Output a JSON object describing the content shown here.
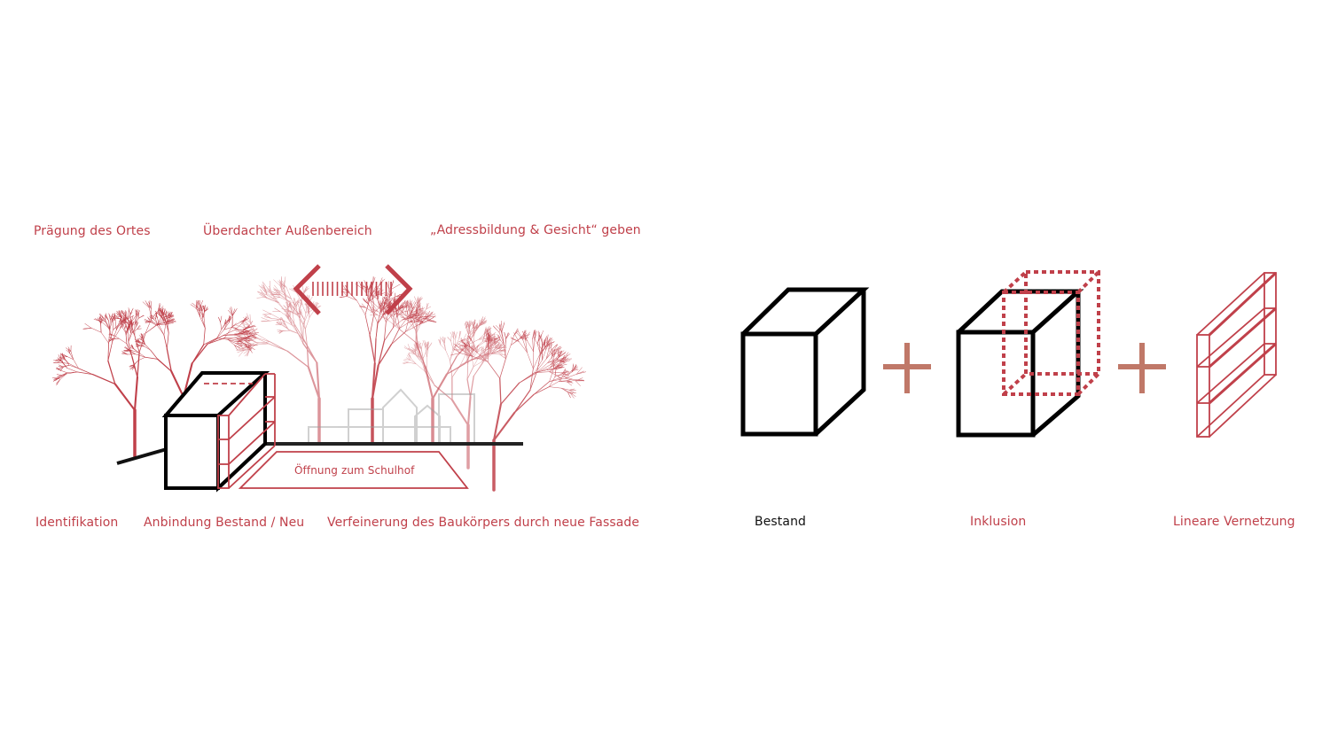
{
  "left_diagram": {
    "top_labels": [
      "Prägung des Ortes",
      "Überdachter Außenbereich",
      "„Adressbildung & Gesicht“ geben"
    ],
    "bottom_labels": [
      "Identifikation",
      "Anbindung Bestand / Neu",
      "Verfeinerung des Baukörpers durch neue Fassade"
    ],
    "courtyard_label": "Öffnung zum Schulhof"
  },
  "right_diagram": {
    "labels": [
      "Bestand",
      "Inklusion",
      "Lineare Vernetzung"
    ]
  },
  "colors": {
    "accent": "#c0404a",
    "plus": "#c07868",
    "ink": "#000000"
  }
}
